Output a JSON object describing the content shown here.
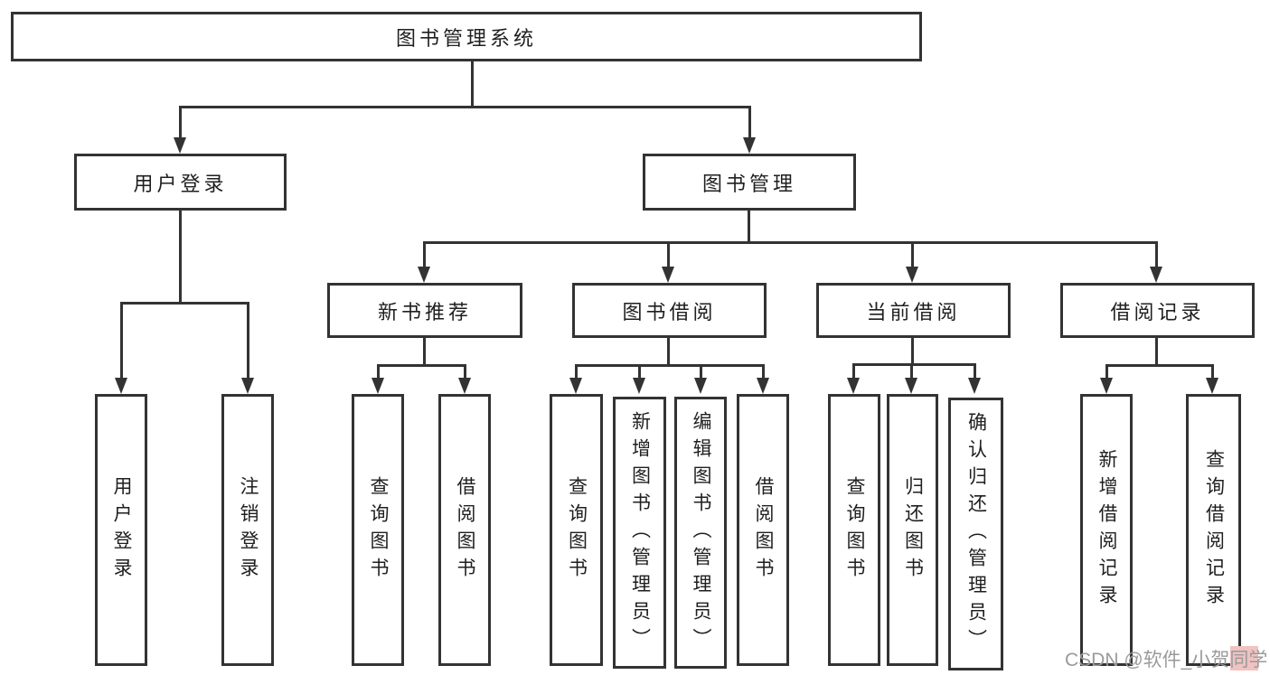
{
  "tree": {
    "root": {
      "label": "图书管理系统"
    },
    "branches": [
      {
        "label": "用户登录",
        "children": [
          {
            "label": "用户登录"
          },
          {
            "label": "注销登录"
          }
        ]
      },
      {
        "label": "图书管理",
        "children": [
          {
            "label": "新书推荐",
            "children": [
              {
                "label": "查询图书"
              },
              {
                "label": "借阅图书"
              }
            ]
          },
          {
            "label": "图书借阅",
            "children": [
              {
                "label": "查询图书"
              },
              {
                "label": "新增图书（管理员）"
              },
              {
                "label": "编辑图书（管理员）"
              },
              {
                "label": "借阅图书"
              }
            ]
          },
          {
            "label": "当前借阅",
            "children": [
              {
                "label": "查询图书"
              },
              {
                "label": "归还图书"
              },
              {
                "label": "确认归还（管理员）"
              }
            ]
          },
          {
            "label": "借阅记录",
            "children": [
              {
                "label": "新增借阅记录"
              },
              {
                "label": "查询借阅记录"
              }
            ]
          }
        ]
      }
    ]
  },
  "watermark": {
    "text": "CSDN @软件_小贺同学",
    "text_color": "#9a9a9a",
    "highlight_color": "#f0c2c2"
  },
  "colors": {
    "line": "#333333",
    "box_border": "#333333",
    "background": "#ffffff",
    "text": "#1f1f1f"
  }
}
